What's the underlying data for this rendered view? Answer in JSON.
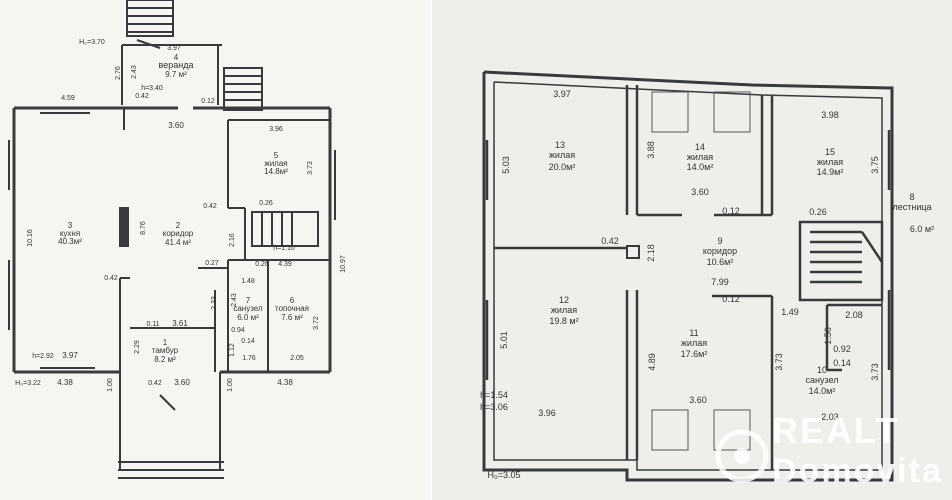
{
  "plan1": {
    "labels": [
      {
        "t": "H₀=3.70"
      },
      {
        "t": "3.97"
      },
      {
        "t": "4"
      },
      {
        "t": "веранда"
      },
      {
        "t": "9.7 м²"
      },
      {
        "t": "2.76"
      },
      {
        "t": "2.43"
      },
      {
        "t": "h=3.40"
      },
      {
        "t": "0.42"
      },
      {
        "t": "0.12"
      },
      {
        "t": "4.59"
      },
      {
        "t": "3.60"
      },
      {
        "t": "3.96"
      },
      {
        "t": "5"
      },
      {
        "t": "жилая"
      },
      {
        "t": "14.8м²"
      },
      {
        "t": "3.73"
      },
      {
        "t": "3"
      },
      {
        "t": "кухня"
      },
      {
        "t": "40.3м²"
      },
      {
        "t": "10.16"
      },
      {
        "t": "8.76"
      },
      {
        "t": "2"
      },
      {
        "t": "коридор"
      },
      {
        "t": "41.4 м²"
      },
      {
        "t": "0.42"
      },
      {
        "t": "2.16"
      },
      {
        "t": "0.26"
      },
      {
        "t": "h=1.10"
      },
      {
        "t": "10.97"
      },
      {
        "t": "0.42"
      },
      {
        "t": "0.27"
      },
      {
        "t": "1.48"
      },
      {
        "t": "0.26"
      },
      {
        "t": "4.39"
      },
      {
        "t": "2.33"
      },
      {
        "t": "2.43"
      },
      {
        "t": "7"
      },
      {
        "t": "санузел"
      },
      {
        "t": "6.0 м²"
      },
      {
        "t": "6"
      },
      {
        "t": "топочная"
      },
      {
        "t": "7.6 м²"
      },
      {
        "t": "3.72"
      },
      {
        "t": "0.11"
      },
      {
        "t": "3.61"
      },
      {
        "t": "0.94"
      },
      {
        "t": "0.14"
      },
      {
        "t": "1.12"
      },
      {
        "t": "2.29"
      },
      {
        "t": "1"
      },
      {
        "t": "тамбур"
      },
      {
        "t": "8.2 м²"
      },
      {
        "t": "1.76"
      },
      {
        "t": "2.05"
      },
      {
        "t": "h=2.92"
      },
      {
        "t": "3.97"
      },
      {
        "t": "H₀=3.22"
      },
      {
        "t": "4.38"
      },
      {
        "t": "1.00"
      },
      {
        "t": "0.42"
      },
      {
        "t": "3.60"
      },
      {
        "t": "1.00"
      },
      {
        "t": "4.38"
      }
    ]
  },
  "plan2": {
    "labels": [
      {
        "t": "3.97"
      },
      {
        "t": "13"
      },
      {
        "t": "жилая"
      },
      {
        "t": "20.0м²"
      },
      {
        "t": "5.03"
      },
      {
        "t": "3.88"
      },
      {
        "t": "14"
      },
      {
        "t": "жилая"
      },
      {
        "t": "14.0м²"
      },
      {
        "t": "3.60"
      },
      {
        "t": "0.12"
      },
      {
        "t": "3.98"
      },
      {
        "t": "15"
      },
      {
        "t": "жилая"
      },
      {
        "t": "14.9м²"
      },
      {
        "t": "3.75"
      },
      {
        "t": "8"
      },
      {
        "t": "лестница"
      },
      {
        "t": "6.0 м²"
      },
      {
        "t": "0.42"
      },
      {
        "t": "2.18"
      },
      {
        "t": "0.26"
      },
      {
        "t": "9"
      },
      {
        "t": "коридор"
      },
      {
        "t": "10.6м²"
      },
      {
        "t": "7.99"
      },
      {
        "t": "0.12"
      },
      {
        "t": "12"
      },
      {
        "t": "жилая"
      },
      {
        "t": "19.8 м²"
      },
      {
        "t": "5.01"
      },
      {
        "t": "11"
      },
      {
        "t": "жилая"
      },
      {
        "t": "17.6м²"
      },
      {
        "t": "4.89"
      },
      {
        "t": "1.49"
      },
      {
        "t": "2.08"
      },
      {
        "t": "1.56"
      },
      {
        "t": "0.92"
      },
      {
        "t": "0.14"
      },
      {
        "t": "3.73"
      },
      {
        "t": "10"
      },
      {
        "t": "санузел"
      },
      {
        "t": "14.0м²"
      },
      {
        "t": "3.73"
      },
      {
        "t": "h=1.54"
      },
      {
        "t": "h=3.06"
      },
      {
        "t": "3.96"
      },
      {
        "t": "3.60"
      },
      {
        "t": "2.03"
      },
      {
        "t": "H₀=3.05"
      }
    ]
  },
  "watermark": {
    "line1": "REALT",
    "line2": "Domovita"
  }
}
